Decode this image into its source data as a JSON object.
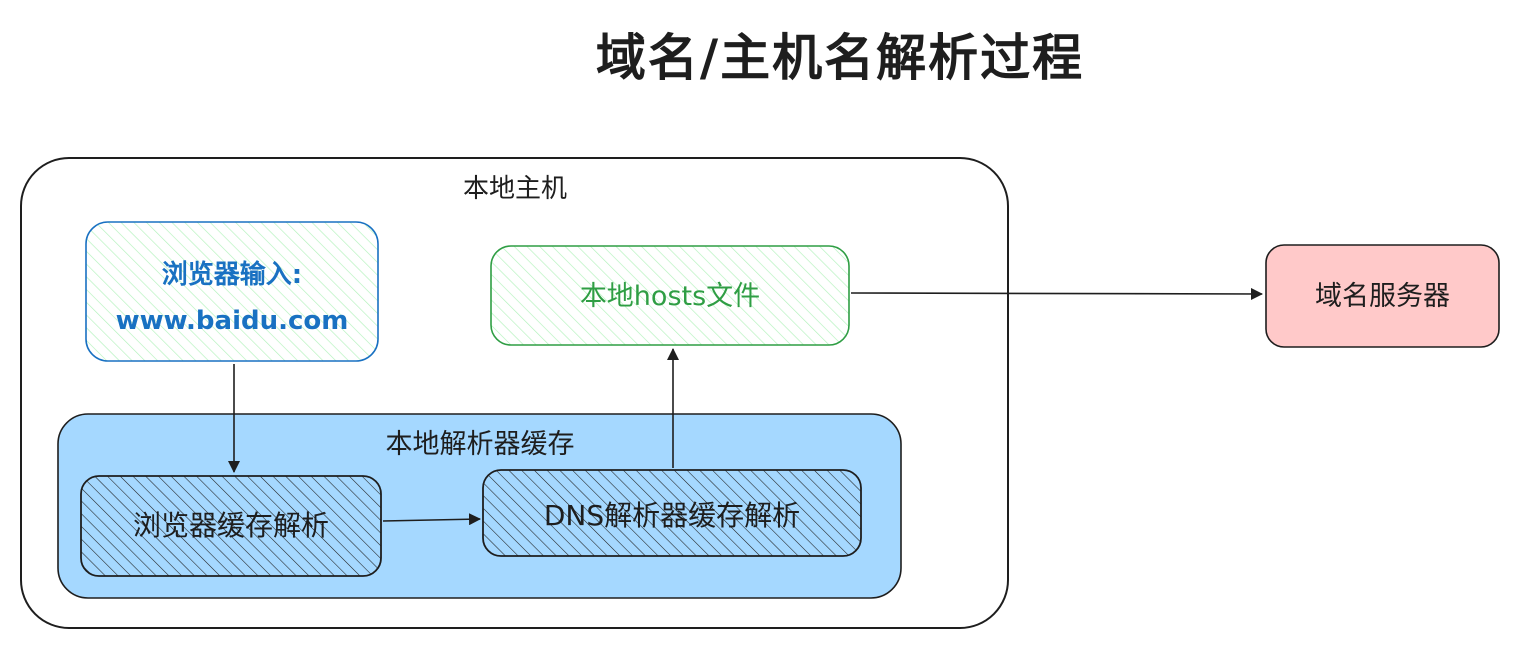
{
  "title": "域名/主机名解析过程",
  "nodes": {
    "local_host": {
      "label": "本地主机"
    },
    "browser_input": {
      "line1": "浏览器输入:",
      "line2": "www.baidu.com",
      "color": "#1971c2",
      "hatch": "#b2f2bb"
    },
    "hosts_file": {
      "label": "本地hosts文件",
      "color": "#2f9e44",
      "hatch": "#b2f2bb"
    },
    "resolver_cache": {
      "label": "本地解析器缓存",
      "fill": "#a5d8ff"
    },
    "browser_cache": {
      "label": "浏览器缓存解析"
    },
    "dns_cache": {
      "label": "DNS解析器缓存解析"
    },
    "domain_server": {
      "label": "域名服务器",
      "fill": "#ffc9c9"
    }
  },
  "edges": [
    {
      "from": "browser_input",
      "to": "browser_cache"
    },
    {
      "from": "browser_cache",
      "to": "dns_cache"
    },
    {
      "from": "dns_cache",
      "to": "hosts_file"
    },
    {
      "from": "hosts_file",
      "to": "domain_server"
    }
  ]
}
